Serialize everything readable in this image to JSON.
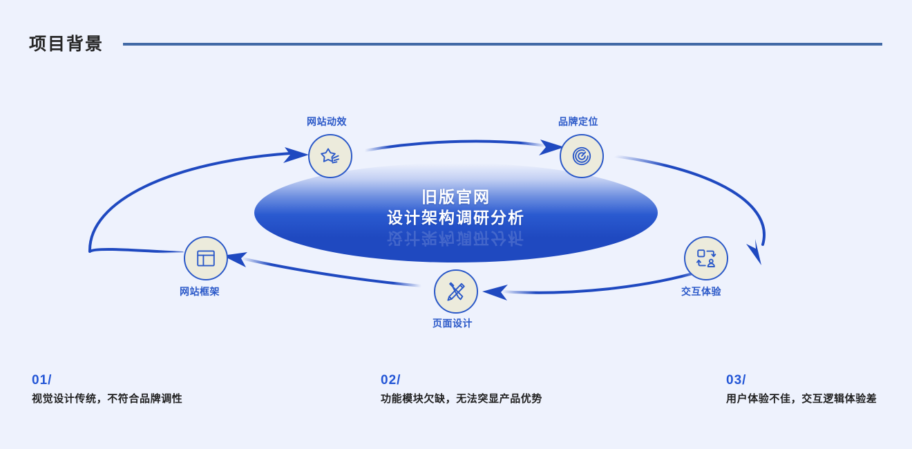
{
  "header": {
    "title": "项目背景",
    "rule_color": "#426aa6"
  },
  "theme": {
    "background": "#eef2fd",
    "accent_blue": "#2a58c8",
    "deep_blue": "#1f49c0",
    "node_fill": "#ecebdc",
    "number_blue": "#2255d6",
    "text_dark": "#1f1f1f"
  },
  "center": {
    "line1": "旧版官网",
    "line2": "设计架构调研分析",
    "reflection": "设计架构调研分析"
  },
  "nodes": [
    {
      "id": "website-motion",
      "label": "网站动效",
      "icon": "star-sparkle-icon"
    },
    {
      "id": "brand-position",
      "label": "品牌定位",
      "icon": "target-radar-icon"
    },
    {
      "id": "interaction-exp",
      "label": "交互体验",
      "icon": "user-flow-icon"
    },
    {
      "id": "page-design",
      "label": "页面设计",
      "icon": "pencil-ruler-icon"
    },
    {
      "id": "website-frame",
      "label": "网站框架",
      "icon": "layout-grid-icon"
    }
  ],
  "points": [
    {
      "number": "01/",
      "text": "视觉设计传统，不符合品牌调性"
    },
    {
      "number": "02/",
      "text": "功能模块欠缺，无法突显产品优势"
    },
    {
      "number": "03/",
      "text": "用户体验不佳，交互逻辑体验差"
    }
  ]
}
